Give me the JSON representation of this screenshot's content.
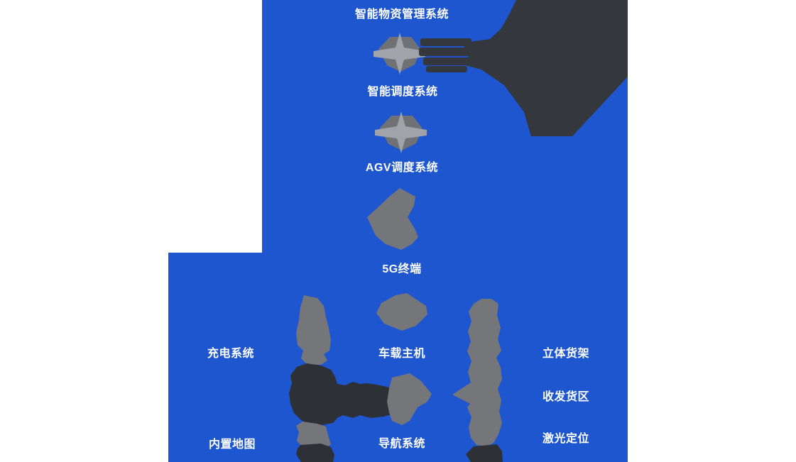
{
  "palette": {
    "canvas_blue": "#1e56d0",
    "shape_dark_strong": "#34373b",
    "shape_dark": "#2d3034",
    "shape_gray": "#747679",
    "shape_gray_soft": "#6f7174",
    "shape_gray_light": "#a0a4aa",
    "label_text": "#ffffff"
  },
  "diagram": {
    "flow_nodes": {
      "material_management": "智能物资管理系统",
      "smart_dispatch": "智能调度系统",
      "agv_dispatch": "AGV调度系统",
      "terminal_5g": "5G终端",
      "vehicle_host": "车载主机",
      "navigation": "导航系统"
    },
    "left_items": {
      "charging": "充电系统",
      "builtin_map": "内置地图"
    },
    "right_items": {
      "shelf": "立体货架",
      "cargo_area": "收发货区",
      "laser_positioning": "激光定位"
    },
    "icons": {
      "level1": "diamond-star-icon",
      "level2": "diamond-star-icon",
      "level3": "rock-blob-icon",
      "level4": "hex-blob-icon"
    }
  }
}
